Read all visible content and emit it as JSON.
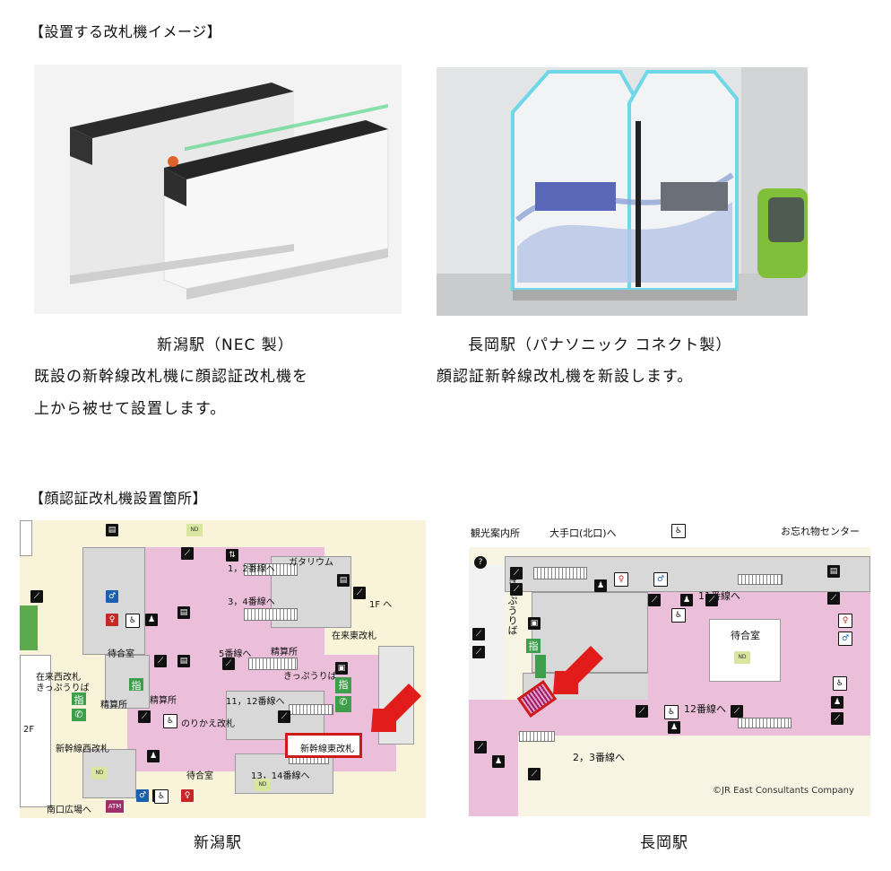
{
  "headings": {
    "gate_image": "【設置する改札機イメージ】",
    "locations": "【顔認証改札機設置箇所】"
  },
  "photos": {
    "niigata": {
      "caption": "新潟駅（NEC 製）",
      "desc_line1": "既設の新幹線改札機に顔認証改札機を",
      "desc_line2": "上から被せて設置します。"
    },
    "nagaoka": {
      "caption": "長岡駅（パナソニック コネクト製）",
      "desc_line1": "顔認証新幹線改札機を新設します。"
    }
  },
  "map_niigata": {
    "caption": "新潟駅",
    "labels": {
      "l12": "1，2番線へ",
      "l34": "3，4番線へ",
      "gata": "ガタリウム",
      "f1": "1F へ",
      "zairaihigashi": "在来東改札",
      "machiai1": "待合室",
      "l5": "5番線へ",
      "seisan1": "精算所",
      "kippu1": "きっぷうりば",
      "zairainishi": "在来西改札",
      "kippu2": "きっぷうりば",
      "seisan2": "精算所",
      "seisan3": "精算所",
      "l1112": "11，12番線へ",
      "norikae": "のりかえ改札",
      "shinkannishi": "新幹線西改札",
      "shinkanhigashi": "新幹線東改札",
      "machiai2": "待合室",
      "l1314": "13，14番線へ",
      "floor2": "2F",
      "minamiguchi": "南口広場へ",
      "atm": "ATM",
      "shi": "指"
    }
  },
  "map_nagaoka": {
    "caption": "長岡駅",
    "labels": {
      "kanko": "観光案内所",
      "otedeguchi": "大手口(北口)へ",
      "wasuremono": "お忘れ物センター",
      "l11": "11番線へ",
      "machiai": "待合室",
      "kippu": "きっぷうりば",
      "l12": "12番線へ",
      "l23": "2，3番線へ",
      "copyright": "©JR East Consultants Company",
      "shi": "指"
    }
  }
}
